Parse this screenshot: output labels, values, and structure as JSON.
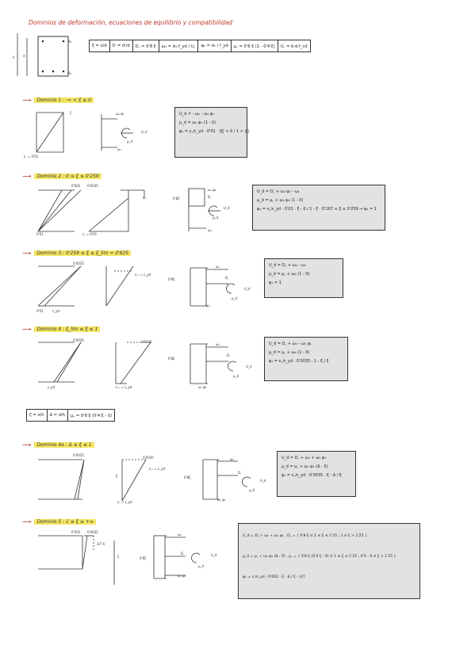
{
  "title": "Dominios de deformación, ecuaciones de equilibrio y compatibilidad",
  "section_labels": {
    "h": "h",
    "d": "d",
    "As2": "A₂",
    "As1": "A₁"
  },
  "header_table": [
    "ξ = x/d",
    "δ' = d'/d",
    "D꜀ = 0'8 ξ",
    "ω₁ = A₁·f_yd / U꜀",
    "ψ₁ = σ₁ / f_yd",
    "μ꜀ = 0'8 ξ (1 - 0'4 ξ)",
    "U꜀ = b·d·f_cd"
  ],
  "domains": [
    {
      "title": "Dominio 1 : -∞ < ξ ≤ 0",
      "labels": {
        "strain": "ε꜀ = 0'01",
        "xi": "ξ",
        "w2": "ω₂ ψ₂",
        "w1": "ω₁",
        "Nd": "U_d",
        "Md": "μ_d"
      },
      "equations": [
        "U_d = - ω₁ - ω₂ ψ₂",
        "μ_d = ω₂ ψ₂ (1 - δ)",
        "ψ₂ = ε꜀/ε_yd · 0'01 · |ξ| + δ / 1 + |ξ|"
      ]
    },
    {
      "title": "Dominio 2 : 0 ≤ ξ ≤ 0'259",
      "labels": {
        "t1": "0'002",
        "t2": "0'0035",
        "s1": "0'01",
        "s2": "ε꜀ = 0'01",
        "ecu": "ε꜀ᵤ",
        "d08": "0'8ξ",
        "w2": "ω₂ ψ₂",
        "Dc": "D꜀",
        "Nd": "U_d",
        "Md": "μ_d",
        "w1": "ω₁"
      },
      "equations": [
        "U_d = D꜀ + ω₂ ψ₂ - ω₁",
        "μ_d = μ꜀ + ω₂ ψ₂ (1 - δ)",
        "ψ₂ = ε꜀/ε_yd · 0'01 · ξ - δ / 1 - ξ   ·  0'167 ≤ ξ ≤ 0'259 ⇒ ψ₂ = 1"
      ]
    },
    {
      "title": "Dominio 3 : 0'259 ≤ ξ ≤ ξ_lim = 0'625",
      "labels": {
        "t1": "0'0035",
        "s1": "0'01",
        "s2": "ε_yd",
        "ecu": "ε꜀ᵤ = ε_yd",
        "d08": "0'8ξ",
        "w2": "ω₂",
        "Dc": "D꜀",
        "Nd": "U_d",
        "Md": "μ_d",
        "w1": "ω₁"
      },
      "equations": [
        "U_d = D꜀ + ω₂ - ω₁",
        "μ_d = μ꜀ + ω₂ (1 - δ)",
        "ψ₂ = 1"
      ]
    },
    {
      "title": "Dominio 4 : ξ_lim ≤ ξ ≤ 1",
      "labels": {
        "t1": "0'0035",
        "s1": "ε_yd",
        "t2": "0'0035",
        "ecu": "ε꜀ᵤ = ε_yd",
        "d08": "0'8ξ",
        "w2": "ω₂",
        "Dc": "D꜀",
        "Nd": "U_d",
        "Md": "μ_d",
        "w1": "ω₁ ψ₁"
      },
      "equations": [
        "U_d = D꜀ + ω₂ - ω₁ ψ₁",
        "μ_d = μ꜀ + ω₂ (1 - δ)",
        "ψ₁ = ε꜀/ε_yd · 0'0035 · 1 - ξ / ξ"
      ]
    }
  ],
  "mid_table": [
    "ζ = x/h",
    "Δ = d/h",
    "μ꜀ = 0'8 ξ (0'4 ξ - δ)"
  ],
  "domains2": [
    {
      "title": "Dominio 4a : Δ ≤ ξ ≤ 1",
      "labels": {
        "t1": "0'0035",
        "t2": "0'0035",
        "ecu": "ε꜀ᵤ = ε_yd",
        "s1": "ε꜀ = ε_yd",
        "xi": "ξ",
        "d08": "0'8ξ",
        "w2": "ω₂",
        "Dc": "D꜀",
        "Nd": "U_d",
        "Md": "μ_d",
        "w1": "ω₁ ψ₁"
      },
      "equations": [
        "U_d = D꜀ + ω₂ + ω₁ ψ₁",
        "μ_d = μ꜀ + ω₁ ψ₁ (Δ - δ)",
        "ψ₁ = ε꜀/ε_yd · 0'0035 · ξ - Δ / ξ"
      ]
    },
    {
      "title": "Dominio 5 : 1 ≤ ξ ≤ +∞",
      "labels": {
        "t1": "0'002",
        "t2": "0'0035",
        "h37": "3/7 h",
        "xi": "ξ",
        "d08": "0'8ξ",
        "w2": "ω₂",
        "Dc": "D꜀",
        "Nd": "U_d",
        "Md": "μ_d",
        "w1": "ω₁ ψ₁"
      },
      "equations": [
        "U_d = D꜀ + ω₂ + ω₁ ψ₁ ,   D꜀ = { 0'8 ξ   si  1 ≤ ξ ≤ 1'25 ;   1   si  ξ > 1'25 }",
        "μ_d = μ꜀ + ω₁ ψ₁ (Δ - δ) ,   μ꜀ = { 0'8 ξ (0'4 ξ - δ)   si  1 ≤ ξ ≤ 1'25 ;   0'5 - δ   si  ξ > 1'25 }",
        "ψ₁ = ε꜀/ε_yd · 0'002 · ξ - Δ / ξ - 3/7"
      ]
    }
  ]
}
